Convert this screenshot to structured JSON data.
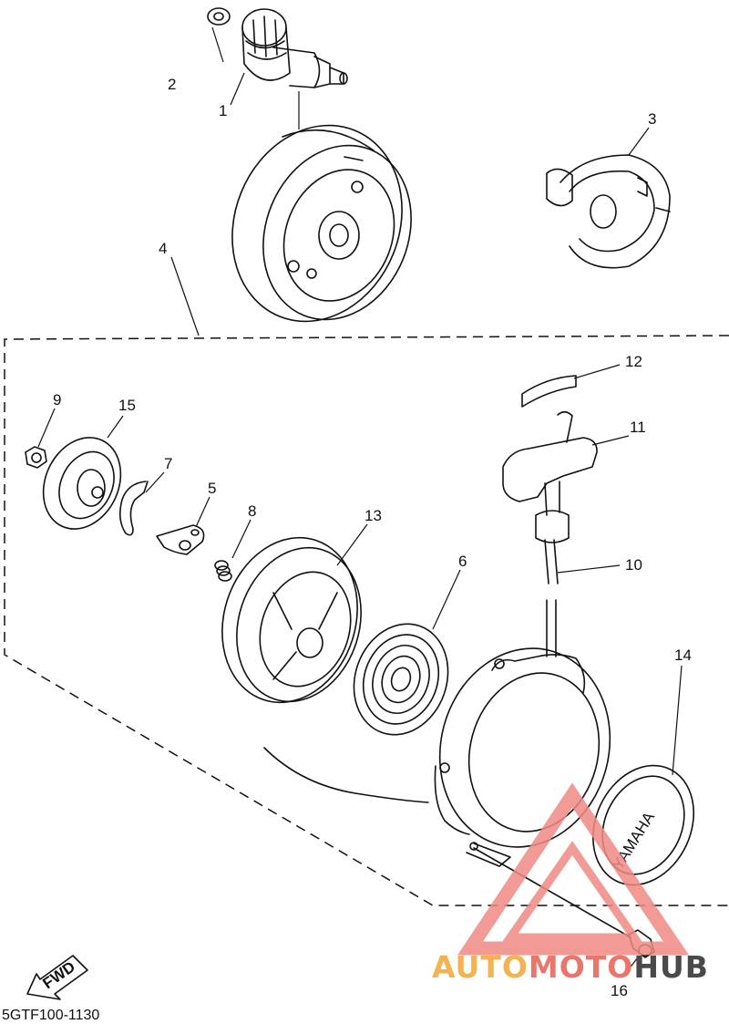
{
  "diagram": {
    "drawing_code": "5GTF100-1130",
    "fwd_label": "FWD",
    "cover_emblem_text": "YAMAHA",
    "callouts": [
      "1",
      "2",
      "3",
      "4",
      "5",
      "6",
      "7",
      "8",
      "9",
      "10",
      "11",
      "12",
      "13",
      "14",
      "15",
      "16"
    ]
  },
  "watermark": {
    "part1": "AUTO",
    "part2": "MOTO",
    "part3": "HUB",
    "color_auto": "#f3b352",
    "color_moto": "#e8766c",
    "color_hub": "#4a4a4a",
    "triangle_color": "#f08a84"
  }
}
